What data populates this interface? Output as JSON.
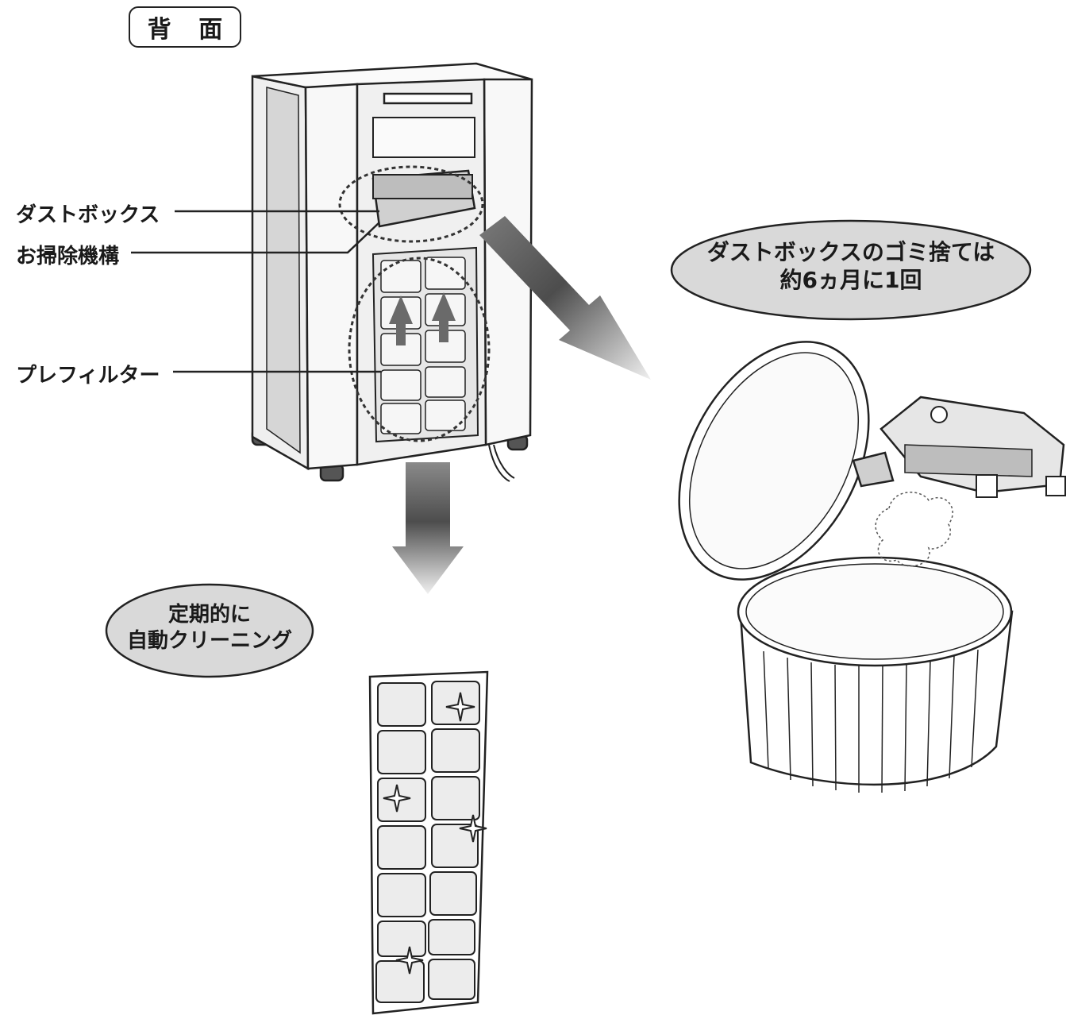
{
  "view_label": "背 面",
  "callouts": {
    "dust_box": "ダストボックス",
    "cleaning_mechanism": "お掃除機構",
    "prefilter": "プレフィルター"
  },
  "bubbles": {
    "auto_clean": {
      "line1": "定期的に",
      "line2": "自動クリーニング"
    },
    "dust_disposal": {
      "line1": "ダストボックスのゴミ捨ては",
      "line2": "約6ヵ月に1回"
    }
  },
  "colors": {
    "bubble_fill": "#d9d9d9",
    "arrow_dark": "#5a5a5a",
    "arrow_light": "#e8e8e8",
    "line": "#222222",
    "panel_fill": "#f2f2f2",
    "filter_fill": "#ececec"
  },
  "icons": [
    "sparkle-icon",
    "up-arrow-icon"
  ]
}
